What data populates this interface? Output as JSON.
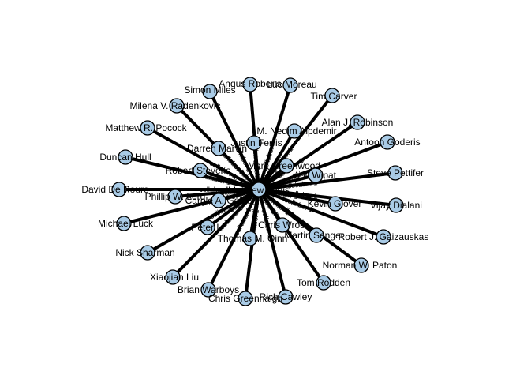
{
  "graph": {
    "center": {
      "id": "n0",
      "name": "Matthew Addis"
    },
    "edge_label": "collabs: 1",
    "colors": {
      "node_fill": "#a9cbe6",
      "node_stroke": "#000000",
      "edge": "#000000",
      "text": "#000000",
      "background": "#ffffff"
    },
    "nodes": [
      {
        "id": "n1",
        "name": "Angus Roberts"
      },
      {
        "id": "n2",
        "name": "Luc Moreau"
      },
      {
        "id": "n3",
        "name": "Simon Miles"
      },
      {
        "id": "n4",
        "name": "Tim Carver"
      },
      {
        "id": "n5",
        "name": "Milena V. Radenkovic"
      },
      {
        "id": "n6",
        "name": "M. Nedim Alpdemir"
      },
      {
        "id": "n7",
        "name": "Alan J. Robinson"
      },
      {
        "id": "n8",
        "name": "Matthew R. Pocock"
      },
      {
        "id": "n9",
        "name": "Justin Ferris"
      },
      {
        "id": "n10",
        "name": "Darren Marvin"
      },
      {
        "id": "n11",
        "name": "Antoon Goderis"
      },
      {
        "id": "n12",
        "name": "Duncan Hull"
      },
      {
        "id": "n13",
        "name": "Mark Greenwood"
      },
      {
        "id": "n14",
        "name": "Robert Stevens"
      },
      {
        "id": "n15",
        "name": "Anil Wipat"
      },
      {
        "id": "n16",
        "name": "Steve Pettifer"
      },
      {
        "id": "n17",
        "name": "David De Roure"
      },
      {
        "id": "n18",
        "name": "Phillip W. Lord"
      },
      {
        "id": "n19",
        "name": "Carole A. Goble"
      },
      {
        "id": "n20",
        "name": "Kevin Glover"
      },
      {
        "id": "n21",
        "name": "Vijay Dialani"
      },
      {
        "id": "n22",
        "name": "Michael Luck"
      },
      {
        "id": "n23",
        "name": "Peter Li"
      },
      {
        "id": "n24",
        "name": "Chris Wroe"
      },
      {
        "id": "n25",
        "name": "Robert J. Gaizauskas"
      },
      {
        "id": "n26",
        "name": "Thomas M. Oinn"
      },
      {
        "id": "n27",
        "name": "Martin Senger"
      },
      {
        "id": "n28",
        "name": "Nick Sharman"
      },
      {
        "id": "n29",
        "name": "Norman W. Paton"
      },
      {
        "id": "n30",
        "name": "Xiaojian Liu"
      },
      {
        "id": "n31",
        "name": "Tom Rodden"
      },
      {
        "id": "n32",
        "name": "Brian Warboys"
      },
      {
        "id": "n33",
        "name": "Rich Cawley"
      },
      {
        "id": "n34",
        "name": "Chris Greenhalgh"
      }
    ]
  }
}
